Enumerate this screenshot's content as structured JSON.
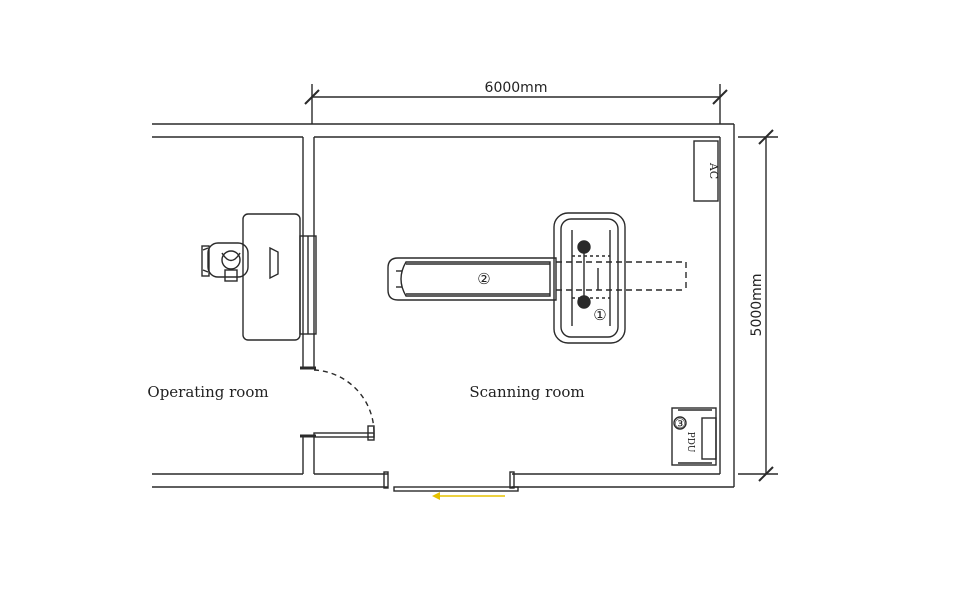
{
  "dimensions": {
    "width_label": "6000mm",
    "height_label": "5000mm"
  },
  "rooms": {
    "operating": "Operating room",
    "scanning": "Scanning room"
  },
  "equipment": {
    "ac": "AC",
    "gantry_marker": "①",
    "couch_marker": "②",
    "pdu_marker": "③",
    "pdu": "PDU"
  },
  "colors": {
    "line": "#2a2a2a",
    "door_arrow": "#e6c200"
  }
}
